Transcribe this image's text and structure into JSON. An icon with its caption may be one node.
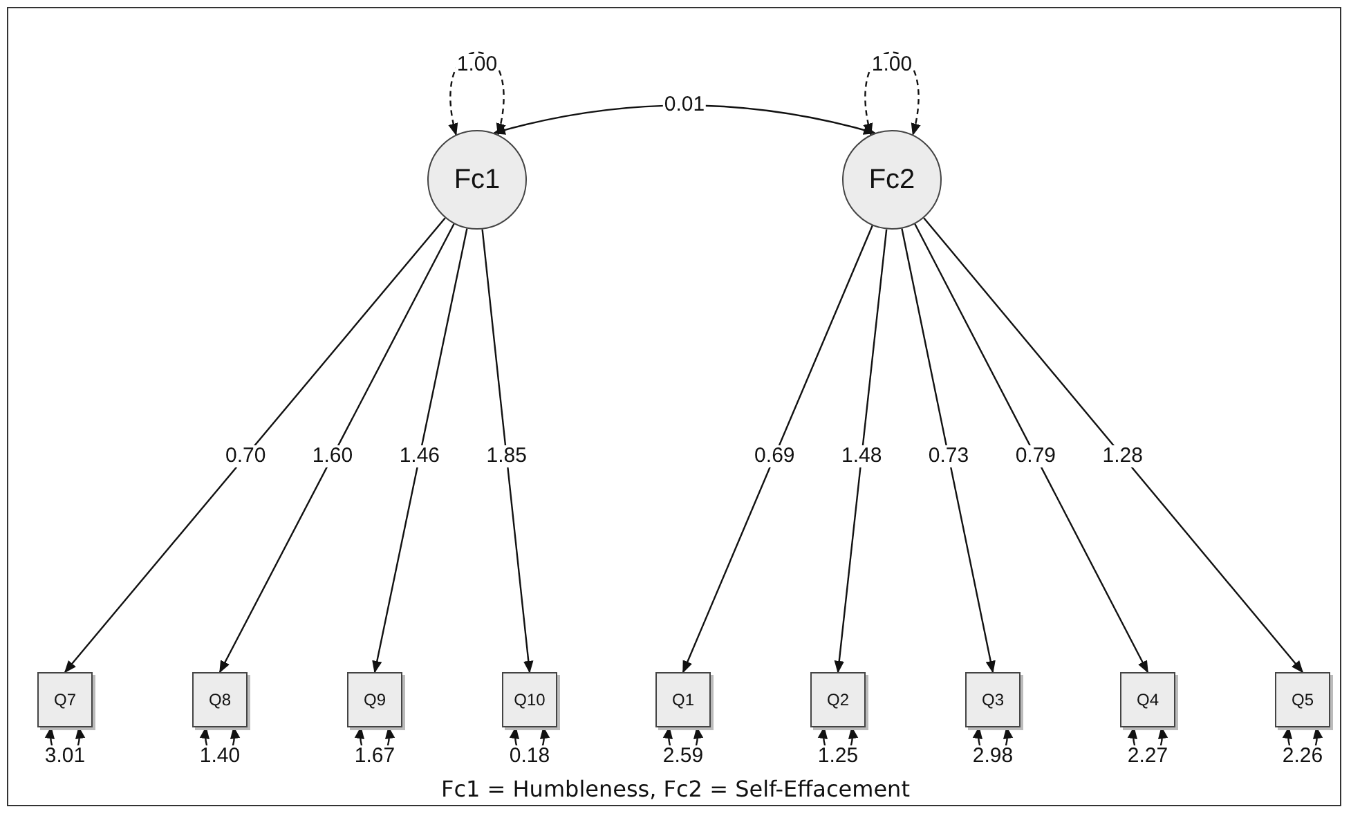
{
  "diagram": {
    "caption": "Fc1 = Humbleness, Fc2 = Self-Effacement",
    "nodes": [
      {
        "text": [
          "Fc1"
        ]
      },
      {
        "text": [
          "Fc2"
        ]
      },
      {
        "text": [
          "Q7"
        ]
      },
      {
        "text": [
          "Q8"
        ]
      },
      {
        "text": [
          "Q9"
        ]
      },
      {
        "text": [
          "Q10"
        ]
      },
      {
        "text": [
          "Q1"
        ]
      },
      {
        "text": [
          "Q2"
        ]
      },
      {
        "text": [
          "Q3"
        ]
      },
      {
        "text": [
          "Q4"
        ]
      },
      {
        "text": [
          "Q5"
        ]
      }
    ],
    "edges": [
      {
        "from": 0,
        "to": 0,
        "arrow": "both",
        "style": "dashed",
        "label": "1.00"
      },
      {
        "from": 1,
        "to": 1,
        "arrow": "both",
        "style": "dashed",
        "label": "1.00"
      },
      {
        "from": 0,
        "to": 1,
        "arrow": "both",
        "label": "0.01"
      },
      {
        "from": 0,
        "to": 2,
        "arrow": "to",
        "label": "0.70"
      },
      {
        "from": 0,
        "to": 3,
        "arrow": "to",
        "label": "1.60"
      },
      {
        "from": 0,
        "to": 4,
        "arrow": "to",
        "label": "1.46"
      },
      {
        "from": 0,
        "to": 5,
        "arrow": "to",
        "label": "1.85"
      },
      {
        "from": 1,
        "to": 6,
        "arrow": "to",
        "label": "0.69"
      },
      {
        "from": 1,
        "to": 7,
        "arrow": "to",
        "label": "1.48"
      },
      {
        "from": 1,
        "to": 8,
        "arrow": "to",
        "label": "0.73"
      },
      {
        "from": 1,
        "to": 9,
        "arrow": "to",
        "label": "0.79"
      },
      {
        "from": 1,
        "to": 10,
        "arrow": "to",
        "label": "1.28"
      },
      {
        "from": 2,
        "to": 2,
        "arrow": "both",
        "label": "3.01"
      },
      {
        "from": 3,
        "to": 3,
        "arrow": "both",
        "label": "1.40"
      },
      {
        "from": 4,
        "to": 4,
        "arrow": "both",
        "label": "1.67"
      },
      {
        "from": 5,
        "to": 5,
        "arrow": "both",
        "label": "0.18"
      },
      {
        "from": 6,
        "to": 6,
        "arrow": "both",
        "label": "2.59"
      },
      {
        "from": 7,
        "to": 7,
        "arrow": "both",
        "label": "1.25"
      },
      {
        "from": 8,
        "to": 8,
        "arrow": "both",
        "label": "2.98"
      },
      {
        "from": 9,
        "to": 9,
        "arrow": "both",
        "label": "2.27"
      },
      {
        "from": 10,
        "to": 10,
        "arrow": "both",
        "label": "2.26"
      }
    ]
  }
}
